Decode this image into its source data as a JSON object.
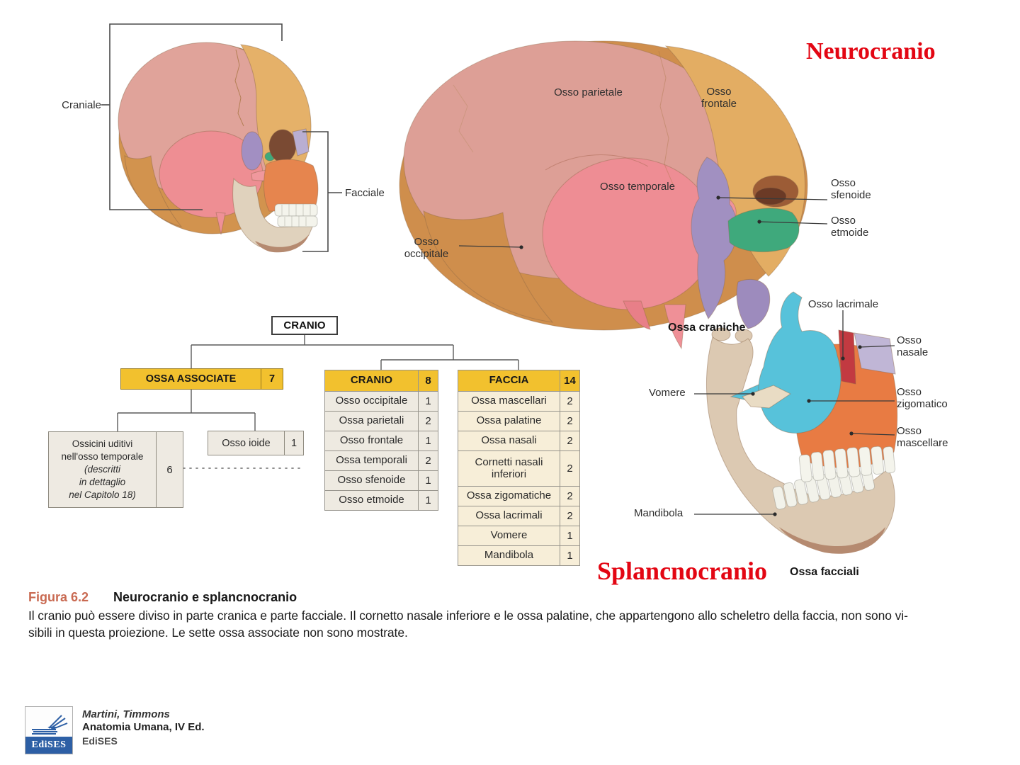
{
  "colors": {
    "title_red": "#e30613",
    "header_yellow": "#f2c12e",
    "row_beige": "#eeeae1",
    "row_cream": "#f7eed8",
    "logo_blue": "#2d5fa5",
    "figure_label_color": "#c96a52"
  },
  "titles": {
    "neurocranio": "Neurocranio",
    "splancnocranio": "Splancnocranio"
  },
  "overview_skull": {
    "craniale": "Craniale",
    "facciale": "Facciale"
  },
  "cranial_skull": {
    "parietale": "Osso parietale",
    "frontale": "Osso frontale",
    "temporale": "Osso temporale",
    "sfenoide": "Osso sfenoide",
    "etmoide": "Osso etmoide",
    "occipitale": "Osso occipitale",
    "caption": "Ossa craniche"
  },
  "facial_skull": {
    "lacrimale": "Osso lacrimale",
    "nasale": "Osso nasale",
    "vomere": "Vomere",
    "zigomatico": "Osso zigomatico",
    "mascellare": "Osso mascellare",
    "mandibola": "Mandibola",
    "caption": "Ossa facciali"
  },
  "tree": {
    "root": "CRANIO",
    "associate": {
      "label": "OSSA ASSOCIATE",
      "count": "7"
    },
    "ossicini": {
      "line1": "Ossicini uditivi",
      "line2": "nell'osso temporale",
      "line3": "(descritti",
      "line4": "in dettaglio",
      "line5": "nel Capitolo 18)",
      "count": "6"
    },
    "ioide": {
      "label": "Osso ioide",
      "count": "1"
    }
  },
  "tables": {
    "cranio": {
      "header": "CRANIO",
      "total": "8",
      "rows": [
        {
          "name": "Osso occipitale",
          "n": "1"
        },
        {
          "name": "Ossa parietali",
          "n": "2"
        },
        {
          "name": "Osso frontale",
          "n": "1"
        },
        {
          "name": "Ossa temporali",
          "n": "2"
        },
        {
          "name": "Osso sfenoide",
          "n": "1"
        },
        {
          "name": "Osso etmoide",
          "n": "1"
        }
      ]
    },
    "faccia": {
      "header": "FACCIA",
      "total": "14",
      "rows": [
        {
          "name": "Ossa mascellari",
          "n": "2"
        },
        {
          "name": "Ossa palatine",
          "n": "2"
        },
        {
          "name": "Ossa nasali",
          "n": "2"
        },
        {
          "name": "Cornetti nasali inferiori",
          "n": "2"
        },
        {
          "name": "Ossa zigomatiche",
          "n": "2"
        },
        {
          "name": "Ossa lacrimali",
          "n": "2"
        },
        {
          "name": "Vomere",
          "n": "1"
        },
        {
          "name": "Mandibola",
          "n": "1"
        }
      ]
    }
  },
  "figure_caption": {
    "label": "Figura 6.2",
    "title": "Neurocranio e splancnocranio",
    "line1": "Il cranio può essere diviso in parte cranica e parte facciale. Il cornetto nasale inferiore e le ossa palatine, che appartengono allo scheletro della faccia, non sono vi-",
    "line2": "sibili in questa proiezione. Le sette ossa associate non sono mostrate."
  },
  "credits": {
    "logo_text": "EdiSES",
    "authors": "Martini, Timmons",
    "book": "Anatomia Umana, IV Ed.",
    "publisher": "EdiSES"
  }
}
